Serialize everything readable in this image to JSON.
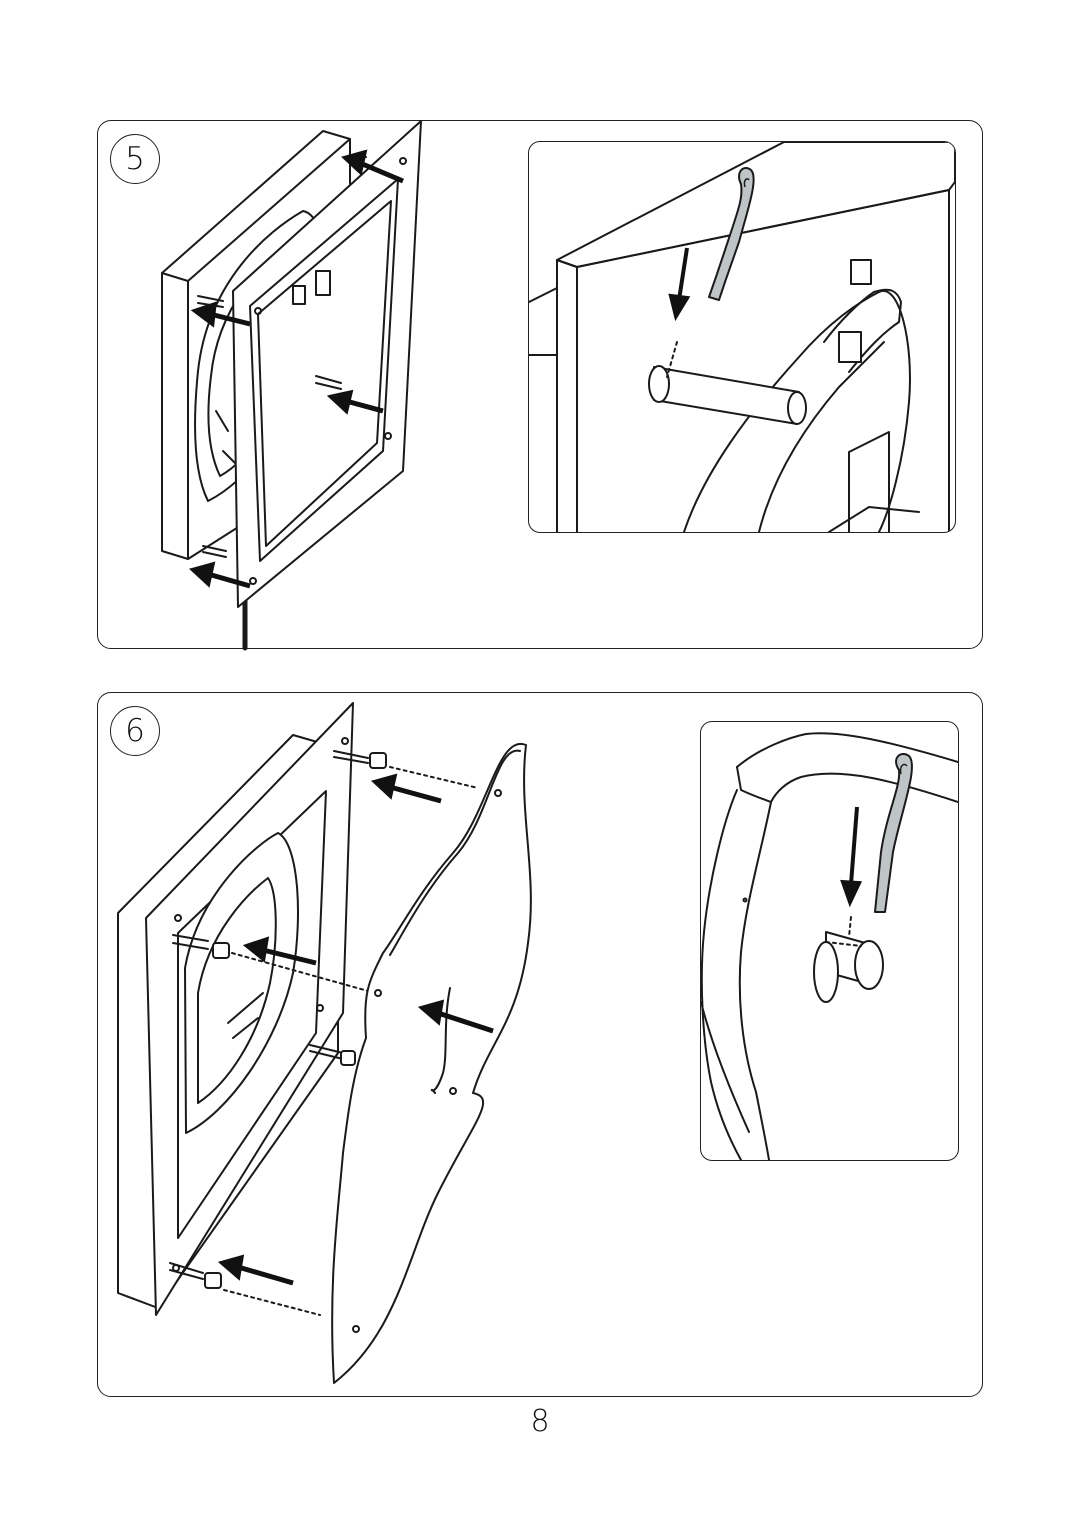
{
  "steps": [
    {
      "number": "5"
    },
    {
      "number": "6"
    }
  ],
  "page_number": "8",
  "icons": {
    "arrow": "arrow-icon",
    "retaining_clip": "retaining-clip-icon"
  },
  "colors": {
    "line": "#1a1a1a",
    "clip_fill": "#bfc5c7"
  }
}
